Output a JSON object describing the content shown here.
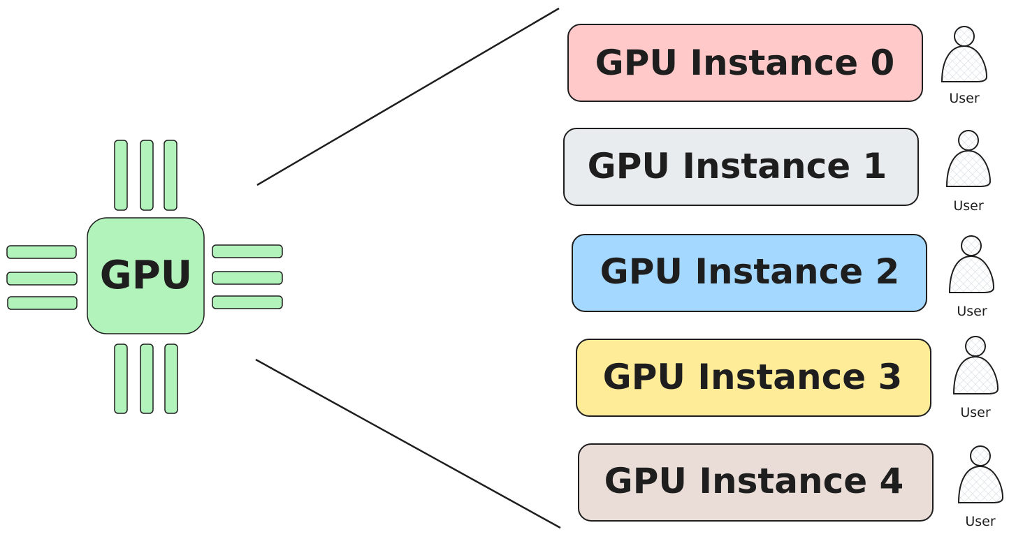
{
  "gpu": {
    "label": "GPU",
    "fill": "#b2f2bb",
    "stroke": "#1e1e1e"
  },
  "instances": [
    {
      "label": "GPU Instance 0",
      "fill": "#ffc9c9",
      "user_label": "User"
    },
    {
      "label": "GPU Instance 1",
      "fill": "#e9ecef",
      "user_label": "User"
    },
    {
      "label": "GPU Instance 2",
      "fill": "#a5d8ff",
      "user_label": "User"
    },
    {
      "label": "GPU Instance 3",
      "fill": "#ffec99",
      "user_label": "User"
    },
    {
      "label": "GPU Instance 4",
      "fill": "#eaddd7",
      "user_label": "User"
    }
  ],
  "user_icon": {
    "fill": "#e9ecef",
    "stroke": "#1e1e1e"
  }
}
